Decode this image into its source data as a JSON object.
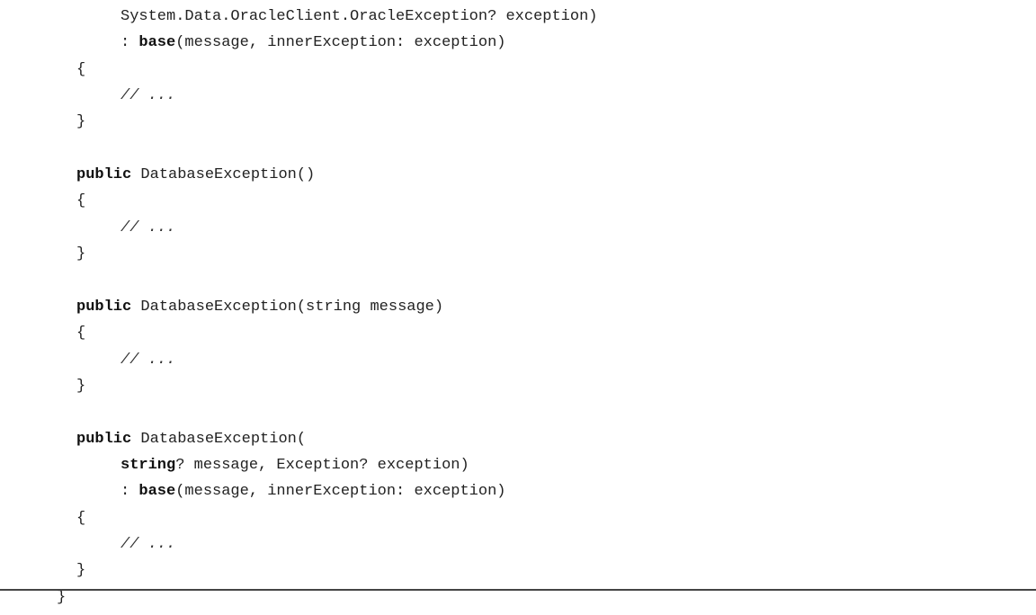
{
  "listing": {
    "lines": [
      {
        "indent": 2,
        "segments": [
          {
            "t": "System.Data.OracleClient.OracleException? exception)",
            "k": "n"
          }
        ]
      },
      {
        "indent": 2,
        "segments": [
          {
            "t": ": ",
            "k": "n"
          },
          {
            "t": "base",
            "k": "kw"
          },
          {
            "t": "(message, innerException: exception)",
            "k": "n"
          }
        ]
      },
      {
        "indent": 1,
        "segments": [
          {
            "t": "{",
            "k": "n"
          }
        ]
      },
      {
        "indent": 2,
        "segments": [
          {
            "t": "// ...",
            "k": "cm"
          }
        ]
      },
      {
        "indent": 1,
        "segments": [
          {
            "t": "}",
            "k": "n"
          }
        ]
      },
      {
        "indent": 0,
        "segments": []
      },
      {
        "indent": 1,
        "segments": [
          {
            "t": "public",
            "k": "kw"
          },
          {
            "t": " DatabaseException()",
            "k": "n"
          }
        ]
      },
      {
        "indent": 1,
        "segments": [
          {
            "t": "{",
            "k": "n"
          }
        ]
      },
      {
        "indent": 2,
        "segments": [
          {
            "t": "// ...",
            "k": "cm"
          }
        ]
      },
      {
        "indent": 1,
        "segments": [
          {
            "t": "}",
            "k": "n"
          }
        ]
      },
      {
        "indent": 0,
        "segments": []
      },
      {
        "indent": 1,
        "segments": [
          {
            "t": "public",
            "k": "kw"
          },
          {
            "t": " DatabaseException(string message)",
            "k": "n"
          }
        ]
      },
      {
        "indent": 1,
        "segments": [
          {
            "t": "{",
            "k": "n"
          }
        ]
      },
      {
        "indent": 2,
        "segments": [
          {
            "t": "// ...",
            "k": "cm"
          }
        ]
      },
      {
        "indent": 1,
        "segments": [
          {
            "t": "}",
            "k": "n"
          }
        ]
      },
      {
        "indent": 0,
        "segments": []
      },
      {
        "indent": 1,
        "segments": [
          {
            "t": "public",
            "k": "kw"
          },
          {
            "t": " DatabaseException(",
            "k": "n"
          }
        ]
      },
      {
        "indent": 2,
        "segments": [
          {
            "t": "string",
            "k": "kw"
          },
          {
            "t": "? message, Exception? exception)",
            "k": "n"
          }
        ]
      },
      {
        "indent": 2,
        "segments": [
          {
            "t": ": ",
            "k": "n"
          },
          {
            "t": "base",
            "k": "kw"
          },
          {
            "t": "(message, innerException: exception)",
            "k": "n"
          }
        ]
      },
      {
        "indent": 1,
        "segments": [
          {
            "t": "{",
            "k": "n"
          }
        ]
      },
      {
        "indent": 2,
        "segments": [
          {
            "t": "// ...",
            "k": "cm"
          }
        ]
      },
      {
        "indent": 1,
        "segments": [
          {
            "t": "}",
            "k": "n"
          }
        ]
      },
      {
        "indent": 0,
        "segments": [
          {
            "t": "}",
            "k": "n"
          }
        ]
      }
    ]
  }
}
